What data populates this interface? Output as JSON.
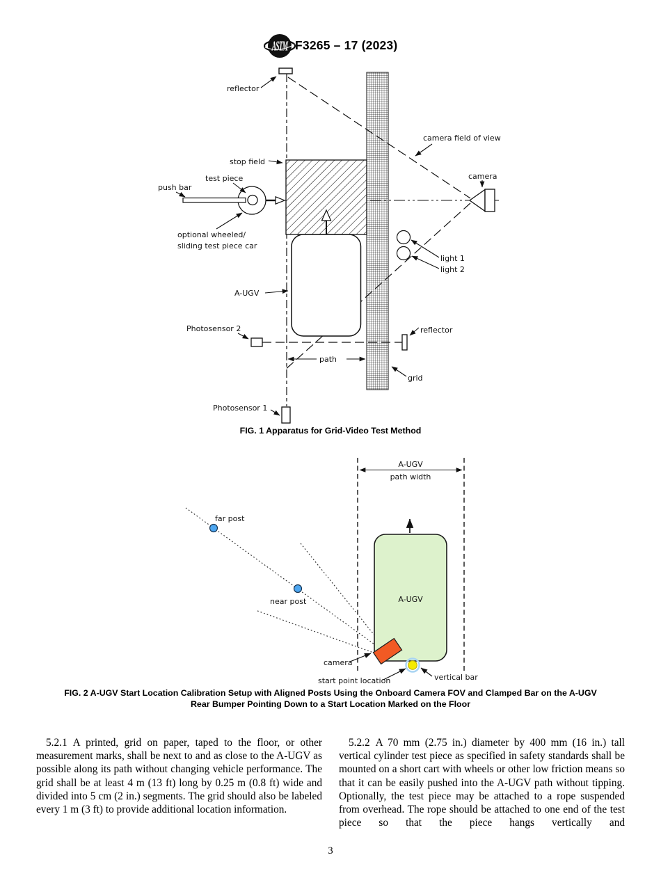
{
  "header": {
    "logo_text": "ASTM",
    "title": "F3265 – 17 (2023)"
  },
  "figure1": {
    "caption": "FIG. 1 Apparatus for Grid-Video Test Method",
    "labels": {
      "reflector_top": "reflector",
      "stop_field": "stop field",
      "test_piece": "test piece",
      "push_bar": "push bar",
      "optional_car_line1": "optional wheeled/",
      "optional_car_line2": "sliding test piece car",
      "augv": "A-UGV",
      "photosensor_2": "Photosensor 2",
      "photosensor_1": "Photosensor 1",
      "path": "path",
      "camera_field_of_view": "camera field of view",
      "camera": "camera",
      "light_1": "light 1",
      "light_2": "light 2",
      "reflector_right": "reflector",
      "grid": "grid"
    }
  },
  "figure2": {
    "caption_line1": "FIG. 2 A-UGV Start Location Calibration Setup with Aligned Posts Using the Onboard Camera FOV and Clamped Bar on the A-UGV",
    "caption_line2": "Rear Bumper Pointing Down to a Start Location Marked on the Floor",
    "labels": {
      "path_width_line1": "A-UGV",
      "path_width_line2": "path width",
      "far_post": "far post",
      "near_post": "near post",
      "augv": "A-UGV",
      "camera": "camera",
      "start_point_location": "start point location",
      "vertical_bar": "vertical bar"
    },
    "colors": {
      "augv_fill": "#ddf2cc",
      "augv_stroke": "#1a1a1a",
      "camera_fill": "#f15a24",
      "post_fill": "#4da6f0",
      "marker_fill": "#f5eb00",
      "marker_ring": "#a9d4f2"
    }
  },
  "body": {
    "sections": [
      {
        "number": "5.2.1",
        "text": "A printed, grid on paper, taped to the floor, or other measurement marks, shall be next to and as close to the A-UGV as possible along its path without changing vehicle performance. The grid shall be at least 4 m (13 ft) long by 0.25 m (0.8 ft) wide and divided into 5 cm (2 in.) segments. The grid should also be labeled every 1 m (3 ft) to provide additional location information."
      },
      {
        "number": "5.2.2",
        "text": "A 70 mm (2.75 in.) diameter by 400 mm (16 in.) tall vertical cylinder test piece as specified in safety standards shall be mounted on a short cart with wheels or other low friction means so that it can be easily pushed into the A-UGV path without tipping. Optionally, the test piece may be attached to a rope suspended from overhead. The rope should be attached to one end of the test piece so that the piece hangs vertically and"
      }
    ]
  },
  "footer": {
    "page_number": "3"
  }
}
